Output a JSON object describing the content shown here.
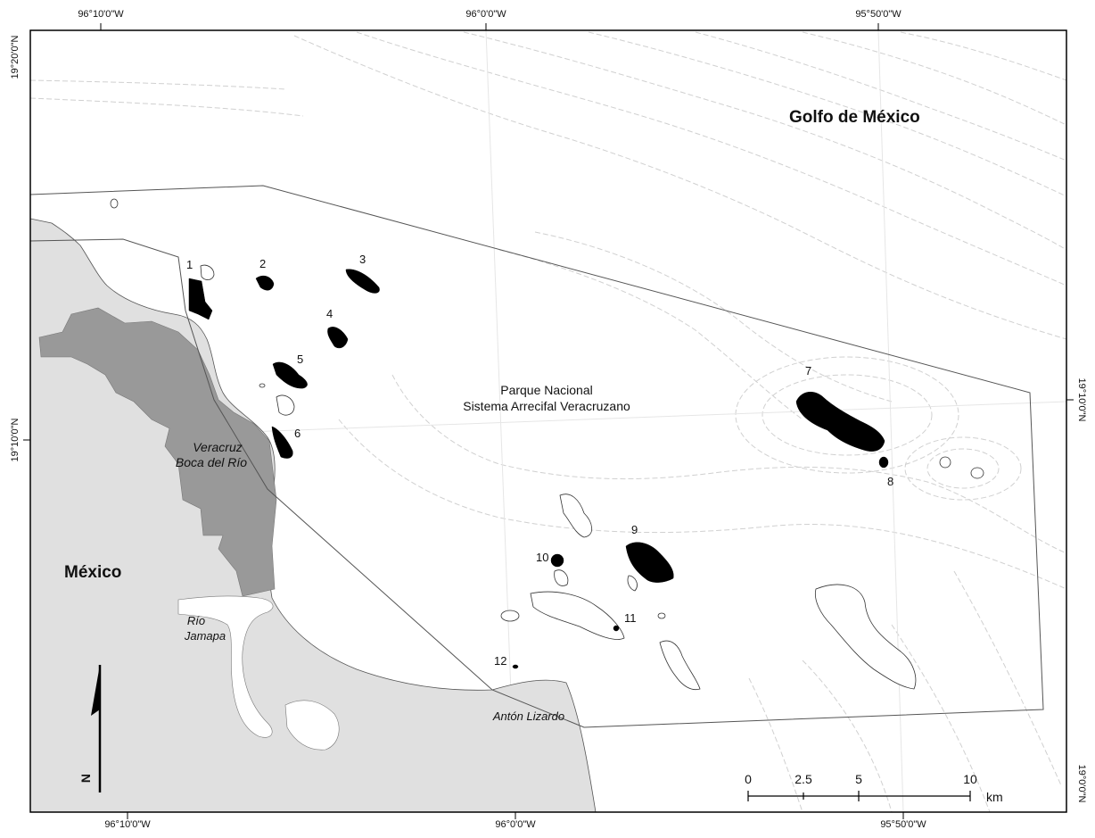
{
  "labels": {
    "gulf": "Golfo de México",
    "country": "México",
    "city_line1": "Veracruz",
    "city_line2": "Boca del Río",
    "river_line1": "Río",
    "river_line2": "Jamapa",
    "town": "Antón Lizardo",
    "park_line1": "Parque Nacional",
    "park_line2": "Sistema Arrecifal Veracruzano"
  },
  "top_lon_ticks": [
    "96°10'0\"W",
    "96°0'0\"W",
    "95°50'0\"W"
  ],
  "bottom_lon_ticks": [
    "96°10'0\"W",
    "96°0'0\"W",
    "95°50'0\"W"
  ],
  "left_lat_ticks": [
    "19°20'0\"N",
    "19°10'0\"N"
  ],
  "right_lat_ticks": [
    "19°10'0\"N",
    "19°0'0\"N"
  ],
  "reef_numbers": [
    "1",
    "2",
    "3",
    "4",
    "5",
    "6",
    "7",
    "8",
    "9",
    "10",
    "11",
    "12"
  ],
  "scale_bar": {
    "ticks": [
      "0",
      "2.5",
      "5",
      "10"
    ],
    "unit": "km"
  },
  "north_arrow": "N",
  "colors": {
    "land": "#e0e0e0",
    "urban": "#999999",
    "reef": "#000000",
    "contour": "#cccccc",
    "frame": "#000000"
  }
}
